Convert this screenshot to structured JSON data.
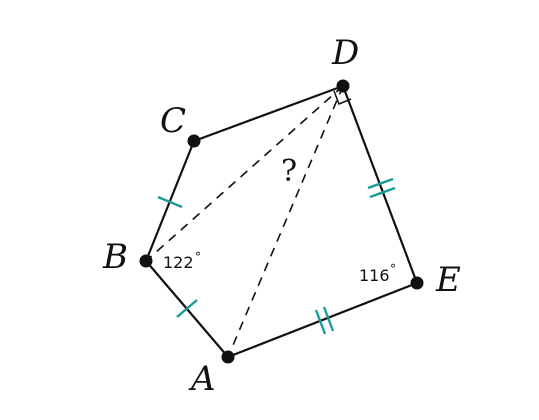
{
  "vertices": {
    "a": "A",
    "b": "B",
    "c": "C",
    "d": "D",
    "e": "E"
  },
  "angles": {
    "b_value": "122",
    "e_value": "116",
    "degree_symbol": "°"
  },
  "unknown": "?",
  "colors": {
    "line": "#111111",
    "tick": "#1a9a9a",
    "background": "#ffffff"
  }
}
